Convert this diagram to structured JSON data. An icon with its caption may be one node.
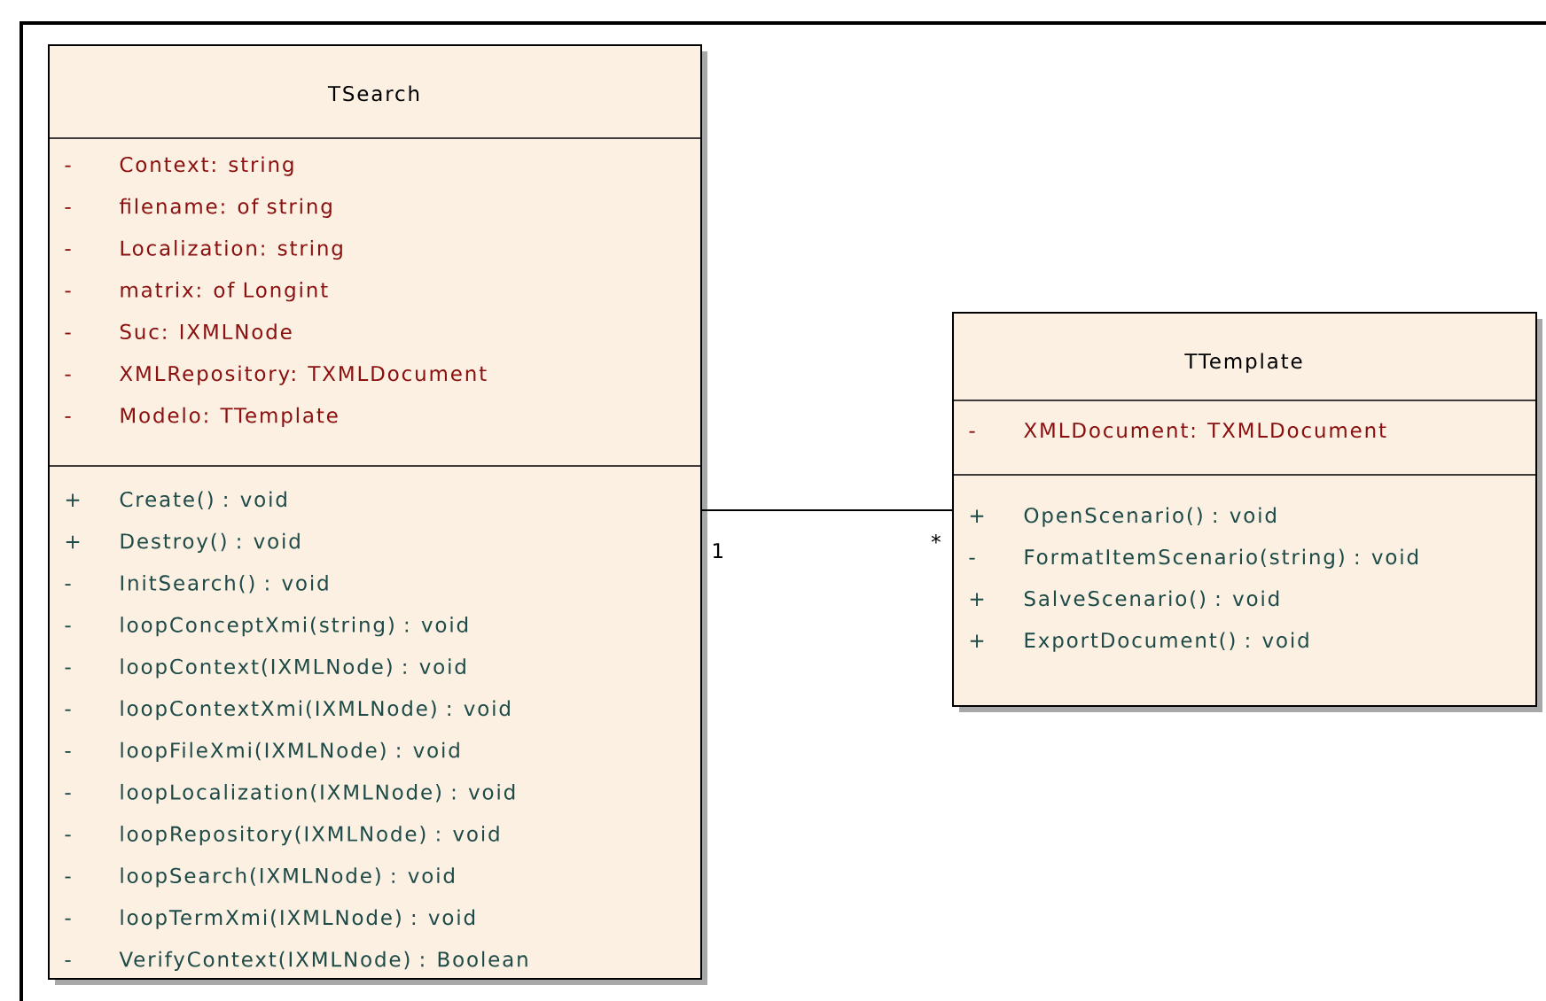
{
  "diagram": {
    "nodes": [
      {
        "text": [
          "TSearch"
        ]
      },
      {
        "text": [
          "-",
          "Context: string",
          "-",
          "filename: of string",
          "-",
          "Localization: string",
          "-",
          "matrix: of Longint",
          "-",
          "Suc: IXMLNode",
          "-",
          "XMLRepository: TXMLDocument",
          "-",
          "Modelo: TTemplate"
        ],
        "in": 0
      },
      {
        "text": [
          "+",
          "Create() : void",
          "+",
          "Destroy() : void",
          "-",
          "InitSearch() : void",
          "-",
          "loopConceptXmi(string) : void",
          "-",
          "loopContext(IXMLNode) : void",
          "-",
          "loopContextXmi(IXMLNode) : void",
          "-",
          "loopFileXmi(IXMLNode) : void",
          "-",
          "loopLocalization(IXMLNode) : void",
          "-",
          "loopRepository(IXMLNode) : void",
          "-",
          "loopSearch(IXMLNode) : void",
          "-",
          "loopTermXmi(IXMLNode) : void",
          "-",
          "VerifyContext(IXMLNode) : Boolean"
        ],
        "in": 0
      },
      {
        "text": [
          "TTemplate"
        ]
      },
      {
        "text": [
          "-",
          "XMLDocument: TXMLDocument"
        ],
        "in": 3
      },
      {
        "text": [
          "+",
          "OpenScenario() : void",
          "-",
          "FormatItemScenario(string) : void",
          "+",
          "SalveScenario() : void",
          "+",
          "ExportDocument() : void"
        ],
        "in": 3
      }
    ],
    "edges": [
      {
        "from": 0,
        "to": 3,
        "arrow": "none"
      }
    ],
    "labels": [
      "1",
      "*"
    ]
  }
}
